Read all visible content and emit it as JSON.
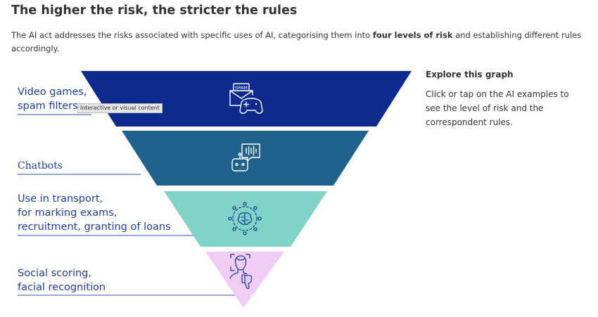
{
  "header": {
    "title": "The higher the risk, the stricter the rules",
    "intro_before": "The AI act addresses the risks associated with specific uses of AI, categorising them into ",
    "intro_bold": "four levels of risk",
    "intro_after": " and establishing different rules accordingly."
  },
  "pyramid": {
    "levels": [
      {
        "lines": [
          "Video games,",
          "spam filters"
        ],
        "color": "#0d2b8c",
        "icon": "spam-gamepad-icon"
      },
      {
        "lines": [
          "Chatbots"
        ],
        "color": "#1f638c",
        "icon": "chatbot-icon"
      },
      {
        "lines": [
          "Use in transport,",
          "for marking exams,",
          "recruitment, granting of loans"
        ],
        "color": "#7fd3c7",
        "icon": "brain-network-icon"
      },
      {
        "lines": [
          "Social scoring,",
          "facial recognition"
        ],
        "color": "#f0cdf5",
        "icon": "face-thumbs-down-icon"
      }
    ],
    "icon_spam_text": "SPAM",
    "label_color": "#1f3f93"
  },
  "tooltip": {
    "text": "Interactive or visual content"
  },
  "sidebar": {
    "title": "Explore this graph",
    "description": "Click or tap on the AI examples to see the level of risk and the correspondent rules."
  }
}
